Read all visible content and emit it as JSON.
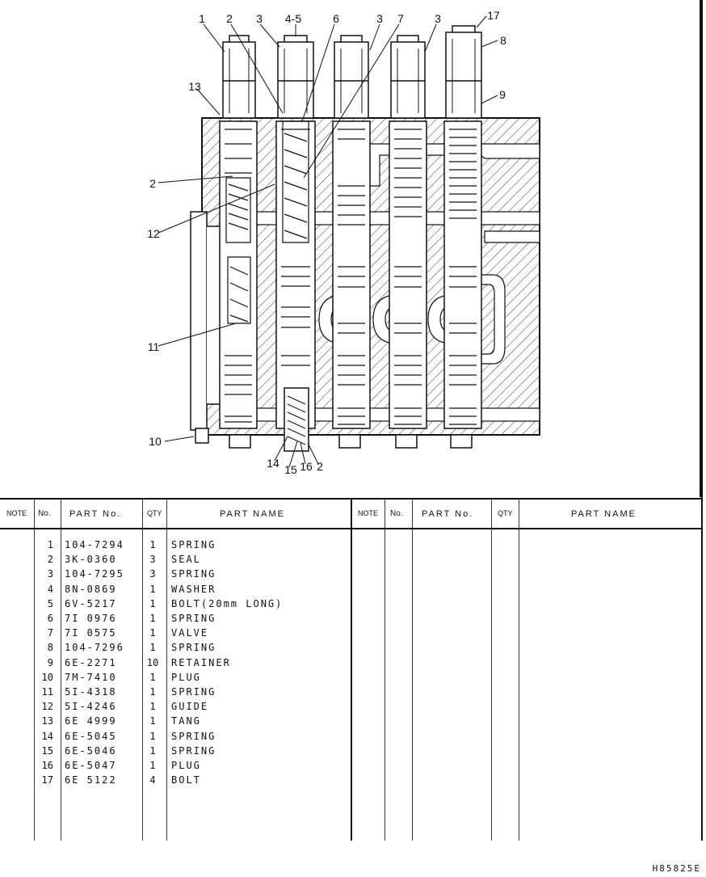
{
  "diagram": {
    "callouts": [
      "1",
      "2",
      "3",
      "4-5",
      "6",
      "3",
      "7",
      "3",
      "17",
      "8",
      "9",
      "13",
      "2",
      "12",
      "11",
      "10",
      "14",
      "15",
      "16",
      "2"
    ]
  },
  "table": {
    "headers": {
      "note": "NOTE",
      "no": "No.",
      "part_no": "PART No.",
      "qty": "QTY",
      "part_name": "PART NAME"
    },
    "rows": [
      {
        "no": "1",
        "part": "104-7294",
        "qty": "1",
        "name": "SPRING"
      },
      {
        "no": "2",
        "part": "3K-0360",
        "qty": "3",
        "name": "SEAL"
      },
      {
        "no": "3",
        "part": "104-7295",
        "qty": "3",
        "name": "SPRING"
      },
      {
        "no": "4",
        "part": "8N-0869",
        "qty": "1",
        "name": "WASHER"
      },
      {
        "no": "5",
        "part": "6V-5217",
        "qty": "1",
        "name": "BOLT(20mm LONG)"
      },
      {
        "no": "6",
        "part": "7I 0976",
        "qty": "1",
        "name": "SPRING"
      },
      {
        "no": "7",
        "part": "7I 0575",
        "qty": "1",
        "name": "VALVE"
      },
      {
        "no": "8",
        "part": "104-7296",
        "qty": "1",
        "name": "SPRING"
      },
      {
        "no": "9",
        "part": "6E-2271",
        "qty": "10",
        "name": "RETAINER"
      },
      {
        "no": "10",
        "part": "7M-7410",
        "qty": "1",
        "name": "PLUG"
      },
      {
        "no": "11",
        "part": "5I-4318",
        "qty": "1",
        "name": "SPRING"
      },
      {
        "no": "12",
        "part": "5I-4246",
        "qty": "1",
        "name": "GUIDE"
      },
      {
        "no": "13",
        "part": "6E 4999",
        "qty": "1",
        "name": "TANG"
      },
      {
        "no": "14",
        "part": "6E-5045",
        "qty": "1",
        "name": "SPRING"
      },
      {
        "no": "15",
        "part": "6E-5046",
        "qty": "1",
        "name": "SPRING"
      },
      {
        "no": "16",
        "part": "6E-5047",
        "qty": "1",
        "name": "PLUG"
      },
      {
        "no": "17",
        "part": "6E 5122",
        "qty": "4",
        "name": "BOLT"
      }
    ]
  },
  "footer": {
    "code": "H85825E"
  }
}
